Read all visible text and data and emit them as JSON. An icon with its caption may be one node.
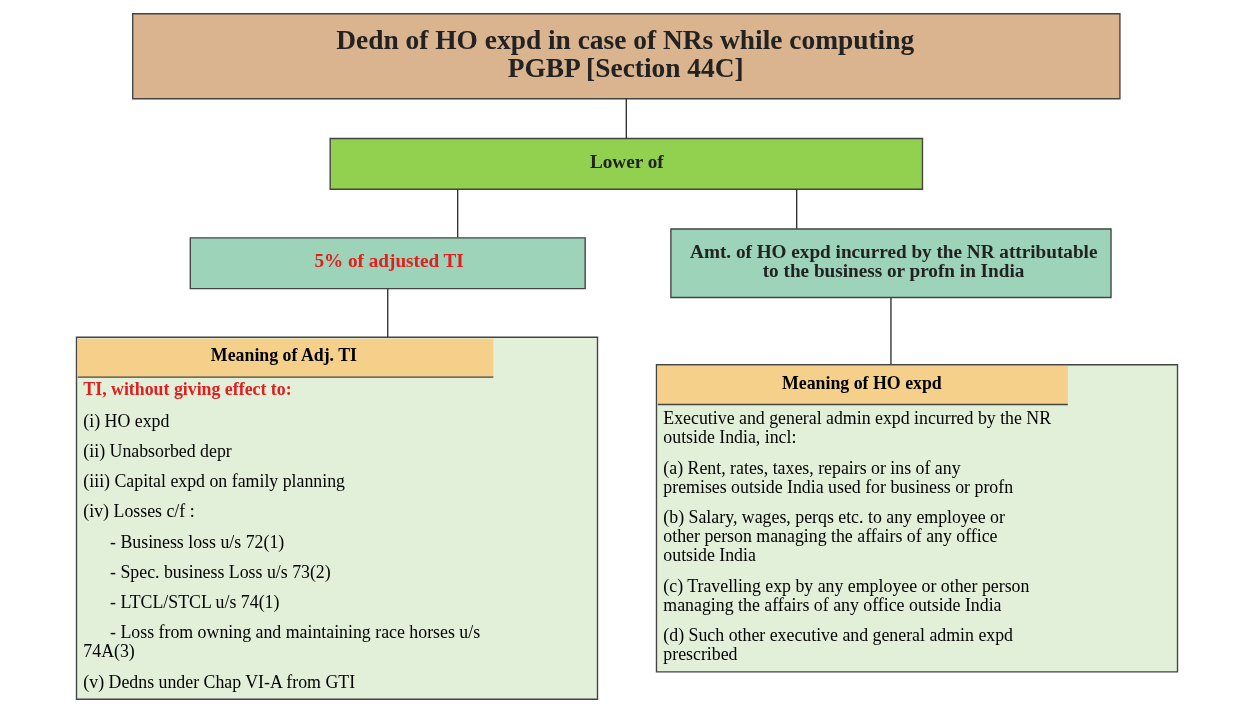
{
  "diagram": {
    "nodes": [
      {
        "text": [
          "Dedn of HO expd in case of NRs while computing PGBP [Section 44C]"
        ]
      },
      {
        "text": [
          "Lower of"
        ]
      },
      {
        "text": [
          "5% of adjusted TI"
        ]
      },
      {
        "text": [
          "Amt. of HO expd incurred by the NR attributable to the business or profn in India"
        ]
      },
      {
        "text": [
          "Meaning of Adj. TI",
          "TI, without giving effect to:",
          "(i) HO expd",
          "(ii) Unabsorbed depr",
          "(iii) Capital expd on family planning",
          "(iv) Losses c/f :",
          "- Business loss u/s 72(1)",
          "- Spec. business Loss u/s 73(2)",
          "- LTCL/STCL u/s 74(1)",
          "- Loss from owning and maintaining race horses u/s 74A(3)",
          "(v) Dedns under Chap VI-A from GTI"
        ]
      },
      {
        "text": [
          "Meaning of HO expd",
          "Executive and general admin expd incurred by the NR outside India, incl:",
          "(a) Rent, rates, taxes, repairs or ins of any premises outside India used for business or profn",
          "(b) Salary, wages, perqs etc. to any employee or other person managing the affairs of any office outside India",
          "(c) Travelling exp by any employee or other person managing the affairs of any office outside India",
          "(d) Such other executive and general admin expd prescribed"
        ]
      }
    ],
    "edges": [
      {
        "from": 0,
        "to": 1,
        "arrow": "none"
      },
      {
        "from": 1,
        "to": 2,
        "arrow": "none"
      },
      {
        "from": 1,
        "to": 3,
        "arrow": "none"
      },
      {
        "from": 2,
        "to": 4,
        "arrow": "none"
      },
      {
        "from": 3,
        "to": 5,
        "arrow": "none"
      }
    ]
  }
}
